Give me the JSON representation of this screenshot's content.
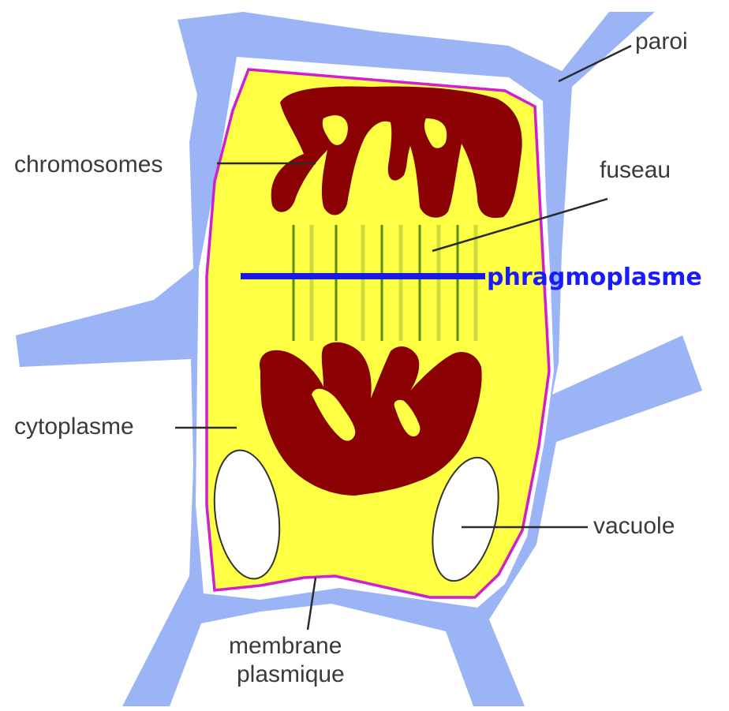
{
  "labels": {
    "paroi": "paroi",
    "chromosomes": "chromosomes",
    "fuseau": "fuseau",
    "phragmoplasme": "phragmoplasme",
    "cytoplasme": "cytoplasme",
    "vacuole": "vacuole",
    "membrane_line1": "membrane",
    "membrane_line2": "plasmique"
  },
  "colors": {
    "wall": "#9ab4f5",
    "cytoplasm": "#ffff44",
    "membrane": "#d01ed0",
    "chromosomes": "#8b0000",
    "spindle_dark": "#5a8c00",
    "spindle_light": "#c8dc3c",
    "phragmoplast": "#1a1ae6",
    "vacuole_fill": "#ffffff",
    "vacuole_edge": "#333333",
    "label_text": "#3a3a3a"
  }
}
